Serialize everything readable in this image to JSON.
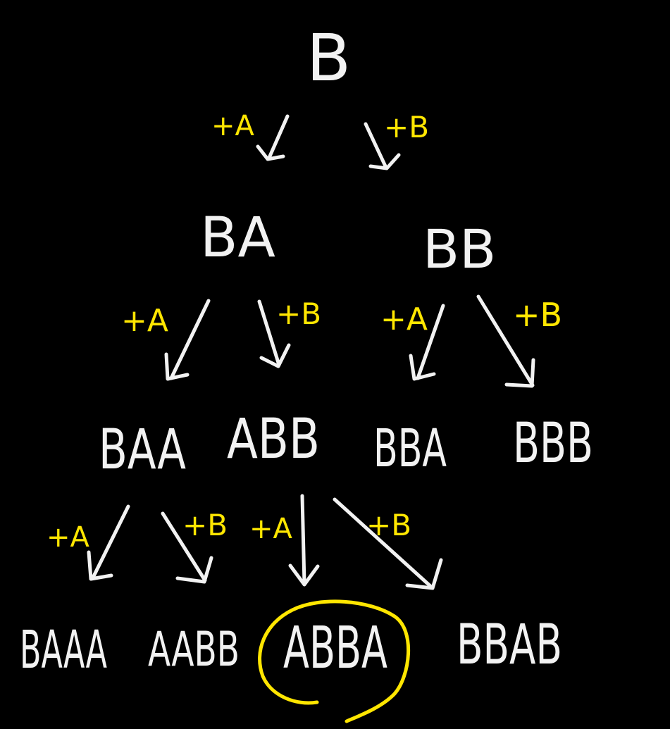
{
  "colors": {
    "background": "#000000",
    "node": "#f2f2f2",
    "edge_label": "#ffe600",
    "highlight": "#ffe600"
  },
  "nodes": {
    "root": "B",
    "level1": [
      "BA",
      "BB"
    ],
    "level2": [
      "BAA",
      "ABB",
      "BBA",
      "BBB"
    ],
    "level3": [
      "BAAA",
      "AABB",
      "ABBA",
      "BBAB"
    ]
  },
  "edge_labels": {
    "root_to_ba": "+A",
    "root_to_bb": "+B",
    "ba_to_baa": "+A",
    "ba_to_abb": "+B",
    "bb_to_bba": "+A",
    "bb_to_bbb": "+B",
    "baa_to_baaa": "+A",
    "baa_to_aabb": "+B",
    "abb_to_abba": "+A",
    "abb_to_bbab": "+B"
  },
  "highlighted_node": "ABBA"
}
